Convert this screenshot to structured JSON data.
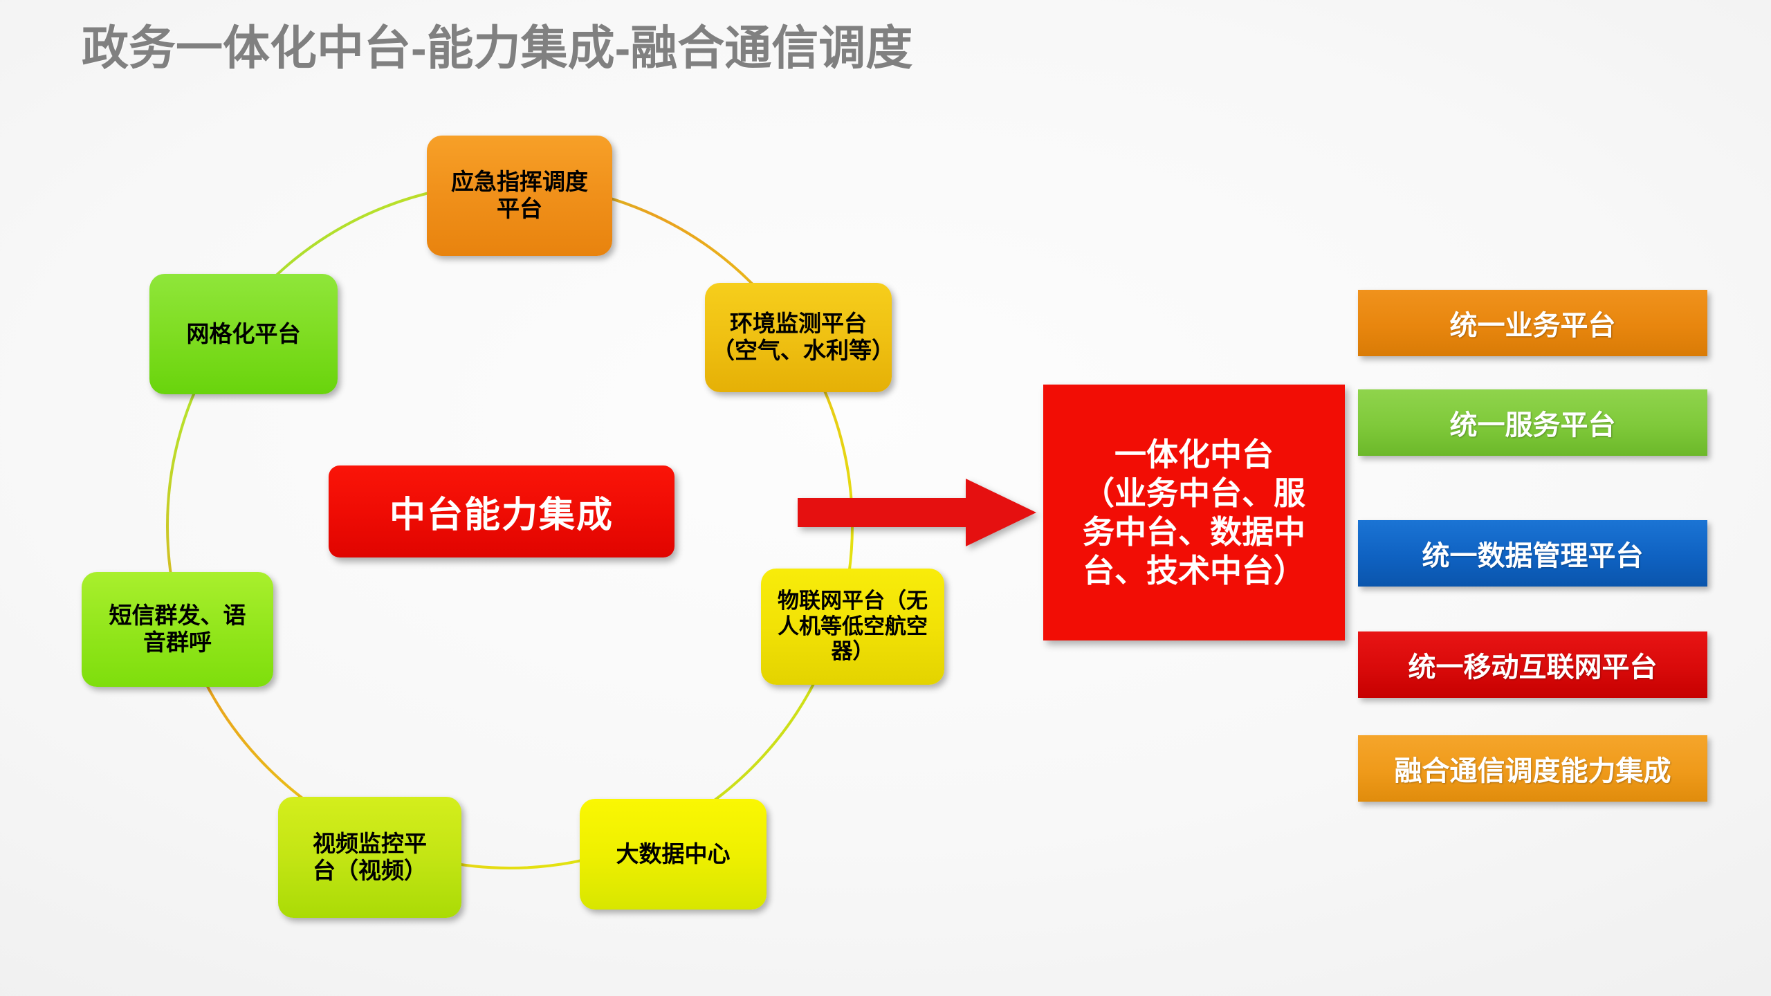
{
  "slide": {
    "title": "政务一体化中台-能力集成-融合通信调度",
    "title_color": "#808080",
    "background_color": "#f1f1f1"
  },
  "cycle_diagram": {
    "center_label": "中台能力集成",
    "center_color": "#f20d05",
    "nodes": [
      {
        "id": "emergency",
        "label": "应急指挥调度\n平台",
        "color": "#f0901a"
      },
      {
        "id": "environment",
        "label": "环境监测平台\n（空气、水利等）",
        "color": "#efc012"
      },
      {
        "id": "iot",
        "label": "物联网平台（无\n人机等低空航空\n器）",
        "color": "#f2e206"
      },
      {
        "id": "bigdata",
        "label": "大数据中心",
        "color": "#eff000"
      },
      {
        "id": "video",
        "label": "视频监控平\n台（视频）",
        "color": "#c3e514"
      },
      {
        "id": "sms",
        "label": "短信群发、语\n音群呼",
        "color": "#93e61c"
      },
      {
        "id": "grid",
        "label": "网格化平台",
        "color": "#7fdd22"
      }
    ]
  },
  "flow": {
    "arrow_direction": "right",
    "arrow_color": "#e51010"
  },
  "integrated_platform": {
    "label": "一体化中台\n（业务中台、服\n务中台、数据中\n台、技术中台）",
    "color": "#f20d05"
  },
  "platform_bars": [
    {
      "id": "business",
      "label": "统一业务平台",
      "color": "#e8860e"
    },
    {
      "id": "service",
      "label": "统一服务平台",
      "color": "#7fc93a"
    },
    {
      "id": "data",
      "label": "统一数据管理平台",
      "color": "#0f62c2"
    },
    {
      "id": "mobile",
      "label": "统一移动互联网平台",
      "color": "#d90a0a"
    },
    {
      "id": "fusion",
      "label": "融合通信调度能力集成",
      "color": "#ef9a1a"
    }
  ]
}
